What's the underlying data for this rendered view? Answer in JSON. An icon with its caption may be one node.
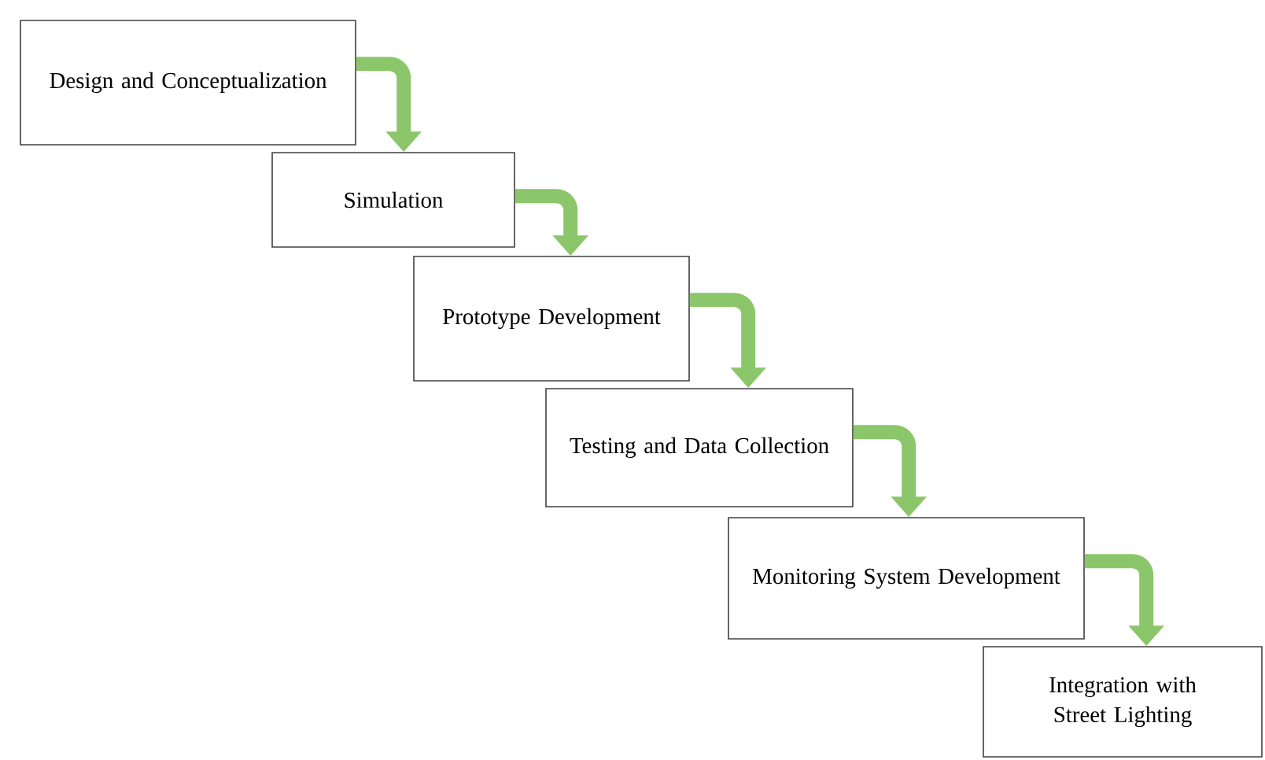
{
  "diagram": {
    "nodes": [
      {
        "text": [
          "Design and Conceptualization"
        ]
      },
      {
        "text": [
          "Simulation"
        ]
      },
      {
        "text": [
          "Prototype Development"
        ]
      },
      {
        "text": [
          "Testing and Data Collection"
        ]
      },
      {
        "text": [
          "Monitoring System Development"
        ]
      },
      {
        "text": [
          "Integration with Street Lighting"
        ]
      }
    ],
    "edges": [
      {
        "from": 0,
        "to": 1,
        "arrow": "to"
      },
      {
        "from": 1,
        "to": 2,
        "arrow": "to"
      },
      {
        "from": 2,
        "to": 3,
        "arrow": "to"
      },
      {
        "from": 3,
        "to": 4,
        "arrow": "to"
      },
      {
        "from": 4,
        "to": 5,
        "arrow": "to"
      }
    ]
  }
}
